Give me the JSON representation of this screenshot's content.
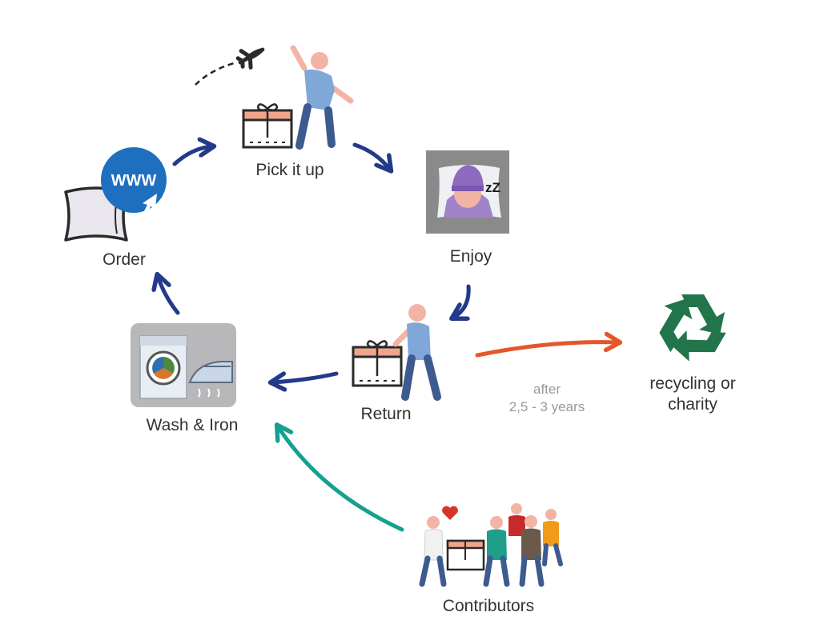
{
  "diagram": {
    "steps": [
      {
        "id": "order",
        "label": "Order"
      },
      {
        "id": "pickup",
        "label": "Pick it up"
      },
      {
        "id": "enjoy",
        "label": "Enjoy"
      },
      {
        "id": "return",
        "label": "Return"
      },
      {
        "id": "wash",
        "label": "Wash & Iron"
      }
    ],
    "web_badge_text": "WWW",
    "sleep_text": "zZ",
    "end_of_life": {
      "label_line1": "recycling or",
      "label_line2": "charity",
      "timing_line1": "after",
      "timing_line2": "2,5 - 3 years"
    },
    "contributors": {
      "label": "Contributors"
    },
    "colors": {
      "cycle_arrow": "#233a8a",
      "end_of_life_arrow": "#e5562a",
      "contributor_arrow": "#16a090",
      "recycle_green": "#22754a",
      "web_badge": "#1f6fbf",
      "enjoy_tile": "#8a8a8a",
      "wash_tile": "#b8b8bb",
      "person_shirt": "#7fa8d8",
      "person_pants": "#3d5b8f",
      "skin": "#f2b4a4",
      "box_band": "#efa58c",
      "heart": "#d9342b"
    },
    "icons": [
      "airplane-icon",
      "pillow-icon",
      "www-globe-icon",
      "cursor-icon",
      "gift-box-icon",
      "person-waving-icon",
      "sleeping-person-icon",
      "washing-machine-icon",
      "iron-icon",
      "person-returning-icon",
      "recycle-icon",
      "heart-icon"
    ]
  }
}
